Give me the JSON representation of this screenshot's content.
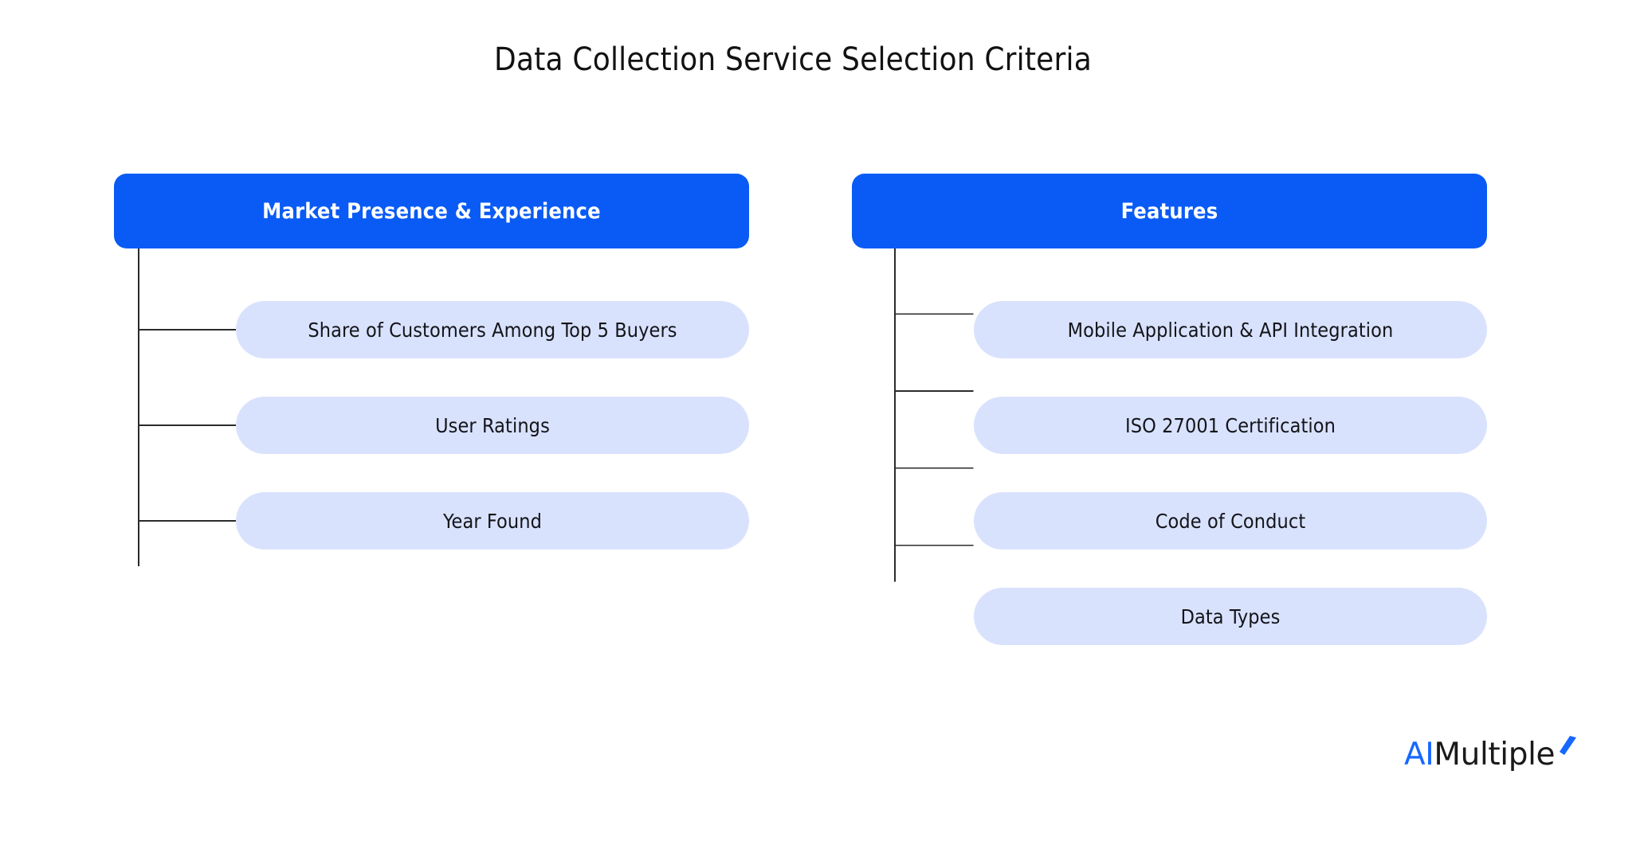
{
  "page": {
    "title": "Data Collection Service Selection Criteria",
    "background_color": "#ffffff"
  },
  "theme": {
    "header_fill": "#0a5bf5",
    "header_text_color": "#ffffff",
    "child_fill": "#d9e2fd",
    "child_text_color": "#13151a",
    "connector_color": "#2b2b2b"
  },
  "branches": [
    {
      "header": "Market Presence & Experience",
      "children": [
        "Share of Customers Among Top 5 Buyers",
        "User Ratings",
        "Year Found"
      ]
    },
    {
      "header": "Features",
      "children": [
        "Mobile Application & API Integration",
        "ISO 27001 Certification",
        "Code of Conduct",
        "Data Types"
      ]
    }
  ],
  "logo": {
    "prefix": "AI",
    "suffix": "Multiple",
    "prefix_color": "#1668ff",
    "suffix_color": "#1a1a1a",
    "mark_color": "#1668ff"
  }
}
